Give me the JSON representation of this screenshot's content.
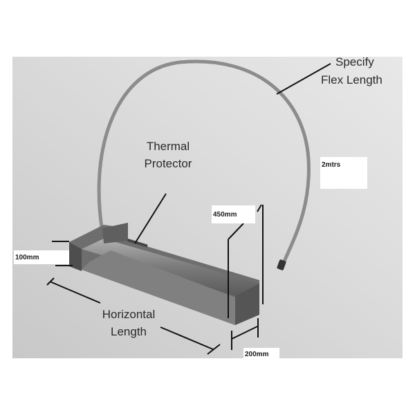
{
  "diagram": {
    "flex_label_line1": "Specify",
    "flex_label_line2": "Flex Length",
    "thermal_line1": "Thermal",
    "thermal_line2": "Protector",
    "horizontal_line1": "Horizontal",
    "horizontal_line2": "Length",
    "flex_length": "2mtrs",
    "height_dim": "450mm",
    "end_dim": "100mm",
    "width_dim": "200mm"
  },
  "colors": {
    "background": "#d4d4d4",
    "metal": "#8a8a8a",
    "line": "#111111"
  }
}
